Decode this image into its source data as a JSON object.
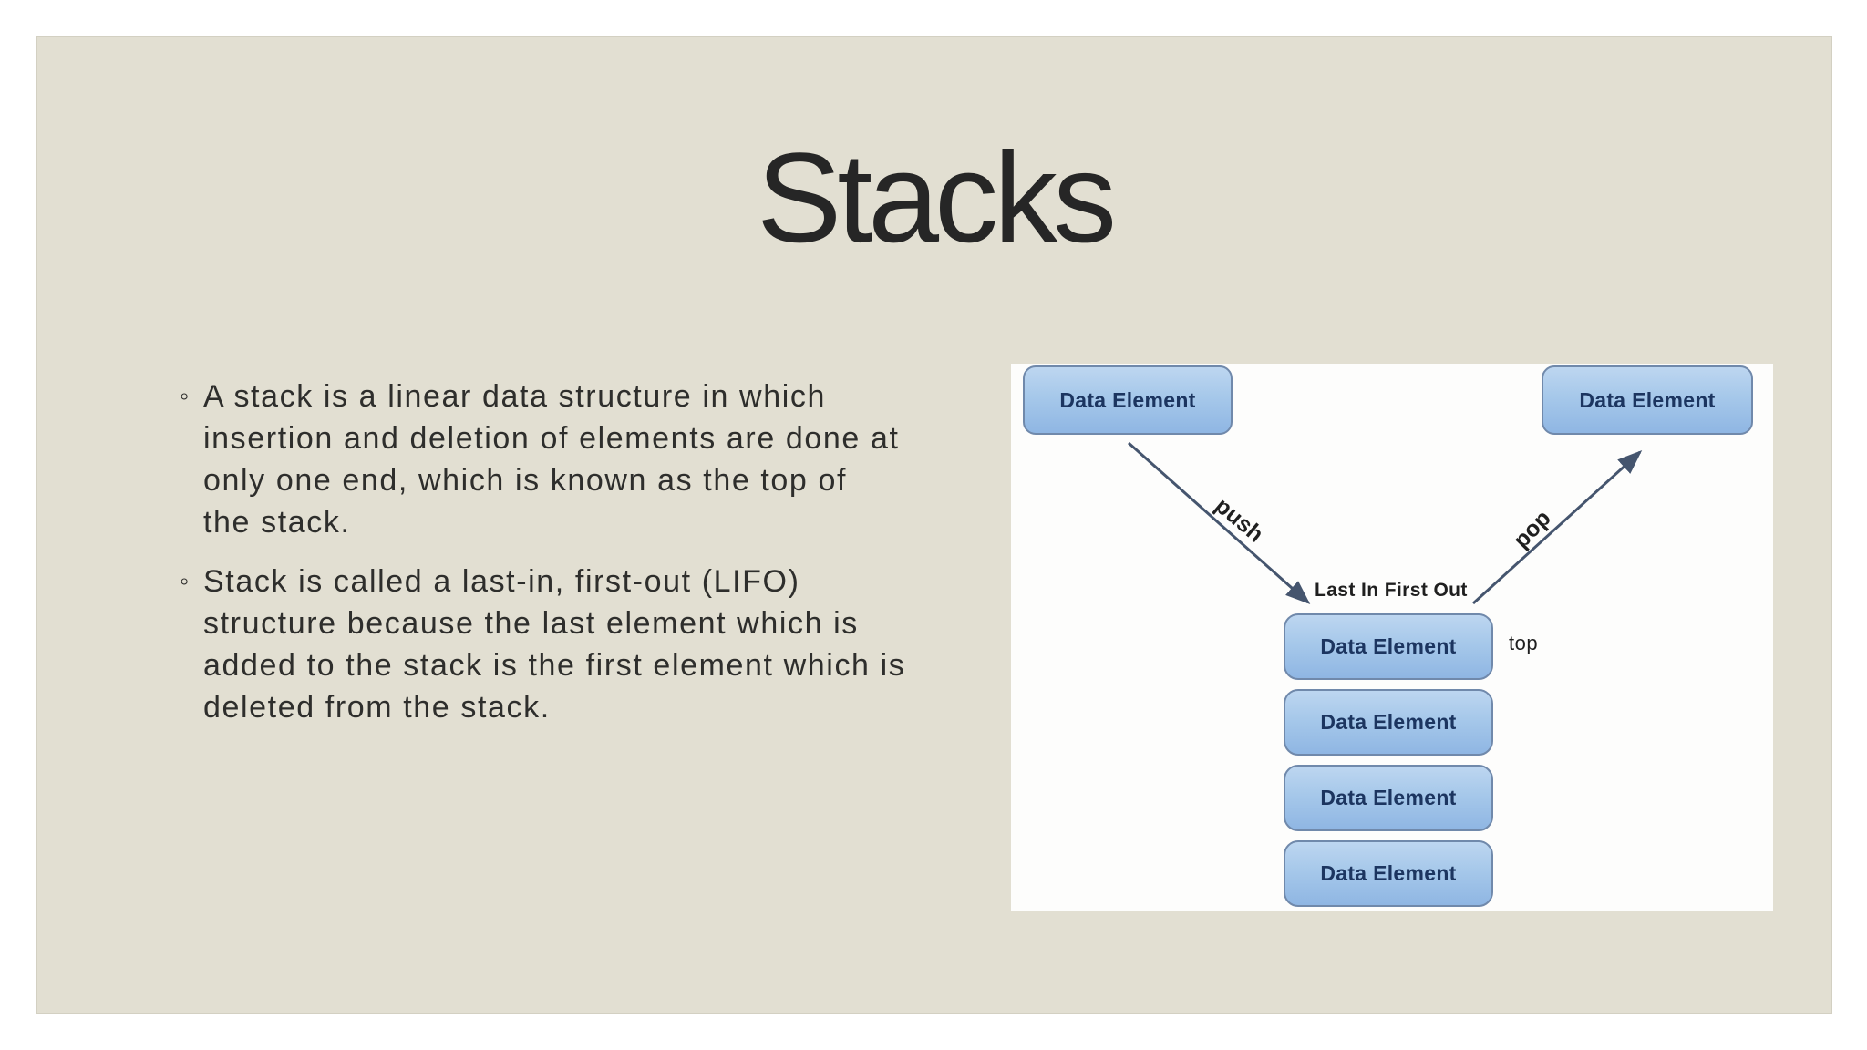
{
  "slide": {
    "title": "Stacks",
    "bullet_marker": "◦",
    "bullets": [
      {
        "lines": [
          "A stack is a linear data structure in which",
          "insertion and deletion of elements are done at",
          "only one end, which is known as the top of",
          "the stack."
        ]
      },
      {
        "lines": [
          "Stack is called a last-in, first-out (LIFO)",
          "structure because the last element which is",
          "added to the stack is the first element which is",
          "deleted from the stack."
        ]
      }
    ]
  },
  "diagram": {
    "incoming_box_label": "Data Element",
    "outgoing_box_label": "Data Element",
    "stack_items": [
      "Data Element",
      "Data Element",
      "Data Element",
      "Data Element"
    ],
    "labels": {
      "push": "push",
      "pop": "pop",
      "lifo": "Last In First Out",
      "top": "top"
    }
  },
  "colors": {
    "slide_bg": "#e2dfd2",
    "slide_border": "#d3d0c2",
    "title_color": "#262626",
    "body_text": "#2e2e2c",
    "panel_bg": "#fdfdfc",
    "box_fill_top": "#bdd6f0",
    "box_fill_bottom": "#8fb6e3",
    "box_border": "#7089ab",
    "box_text": "#1c3560",
    "arrow": "#45556e",
    "label_text": "#1f1f1f"
  }
}
